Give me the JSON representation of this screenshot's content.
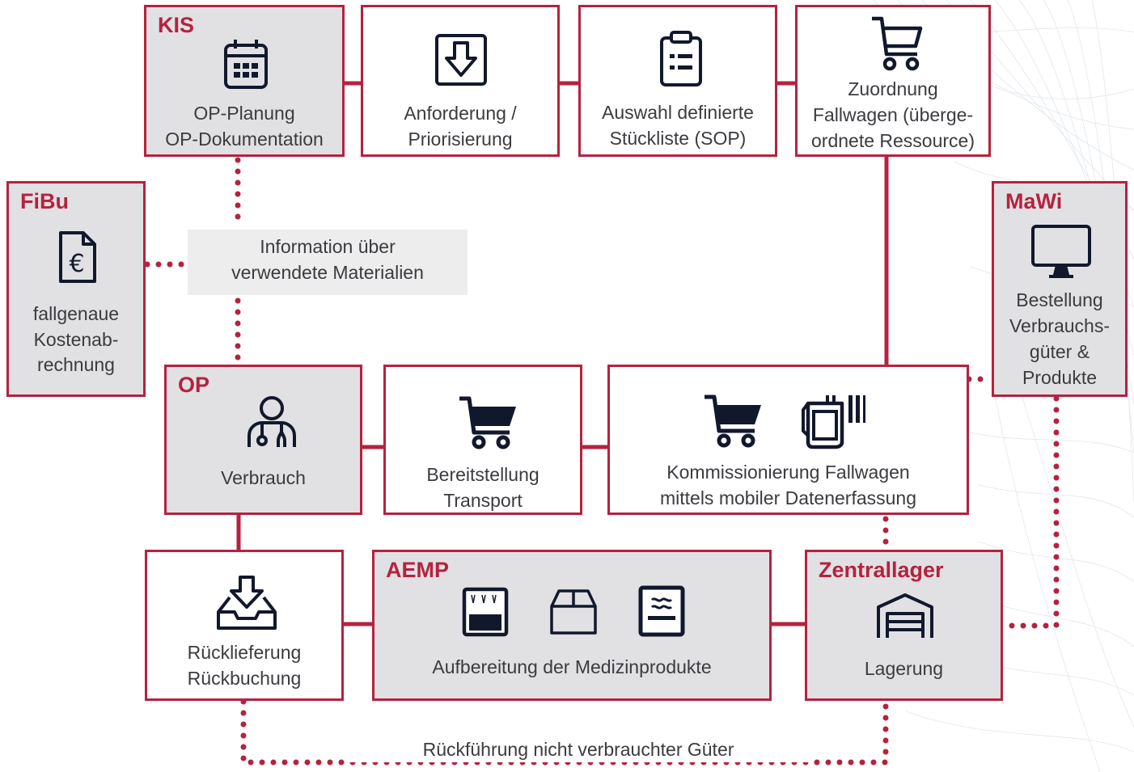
{
  "colors": {
    "accent": "#b5223f",
    "box_grey": "#e1e1e3",
    "icon": "#12182c",
    "text": "#3b3b40"
  },
  "nodes": {
    "kis": {
      "tag": "KIS",
      "icon": "calendar-icon",
      "line1": "OP-Planung",
      "line2": "OP-Dokumentation"
    },
    "anforderung": {
      "icon": "download-arrow-icon",
      "line1": "Anforderung /",
      "line2": "Priorisierung"
    },
    "auswahl": {
      "icon": "clipboard-list-icon",
      "line1": "Auswahl definierte",
      "line2": "Stückliste (SOP)"
    },
    "zuordnung": {
      "icon": "cart-outline-icon",
      "line1": "Zuordnung",
      "line2": "Fallwagen (überge-",
      "line3": "ordnete Ressource)"
    },
    "fibu": {
      "tag": "FiBu",
      "icon": "euro-document-icon",
      "line1": "fallgenaue",
      "line2": "Kostenab-",
      "line3": "rechnung"
    },
    "mawi": {
      "tag": "MaWi",
      "icon": "monitor-icon",
      "line1": "Bestellung",
      "line2": "Verbrauchs-",
      "line3": "güter &",
      "line4": "Produkte"
    },
    "op": {
      "tag": "OP",
      "icon": "doctor-icon",
      "line1": "Verbrauch"
    },
    "bereitstellung": {
      "icon": "cart-filled-icon",
      "line1": "Bereitstellung",
      "line2": "Transport"
    },
    "kommissionierung": {
      "icon1": "cart-filled-icon",
      "icon2": "mobile-scanner-icon",
      "line1": "Kommissionierung Fallwagen",
      "line2": "mittels mobiler Datenerfassung"
    },
    "ruecklieferung": {
      "icon": "inbox-download-icon",
      "line1": "Rücklieferung",
      "line2": "Rückbuchung"
    },
    "aemp": {
      "tag": "AEMP",
      "icon1": "sterilizer-icon",
      "icon2": "box-icon",
      "icon3": "washer-icon",
      "line1": "Aufbereitung der Medizinprodukte"
    },
    "zentrallager": {
      "tag": "Zentrallager",
      "icon": "warehouse-icon",
      "line1": "Lagerung"
    }
  },
  "notes": {
    "info": {
      "line1": "Information über",
      "line2": "verwendete Materialien"
    },
    "rueckfuehrung": "Rückführung nicht verbrauchter Güter"
  }
}
